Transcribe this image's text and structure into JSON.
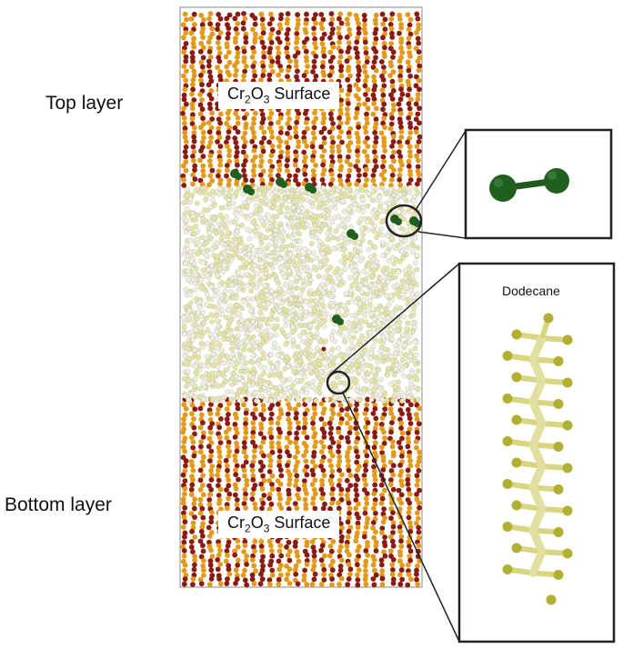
{
  "labels": {
    "top_layer": "Top layer",
    "bottom_layer": "Bottom layer",
    "surface_top": {
      "main": "Cr",
      "sub1": "2",
      "mid": "O",
      "sub2": "3",
      "tail": " Surface"
    },
    "surface_bottom": {
      "main": "Cr",
      "sub1": "2",
      "mid": "O",
      "sub2": "3",
      "tail": " Surface"
    },
    "dodecane": "Dodecane"
  },
  "colors": {
    "oxide_chromium": "#8b1a10",
    "oxide_oxygen": "#e39a1c",
    "dodecane_bead": "#f0efe2",
    "dodecane_bead_tint": "#e8e6a6",
    "additive_green": "#1f5f1f",
    "inset_bead": "#b2b032",
    "frame": "#333333"
  }
}
